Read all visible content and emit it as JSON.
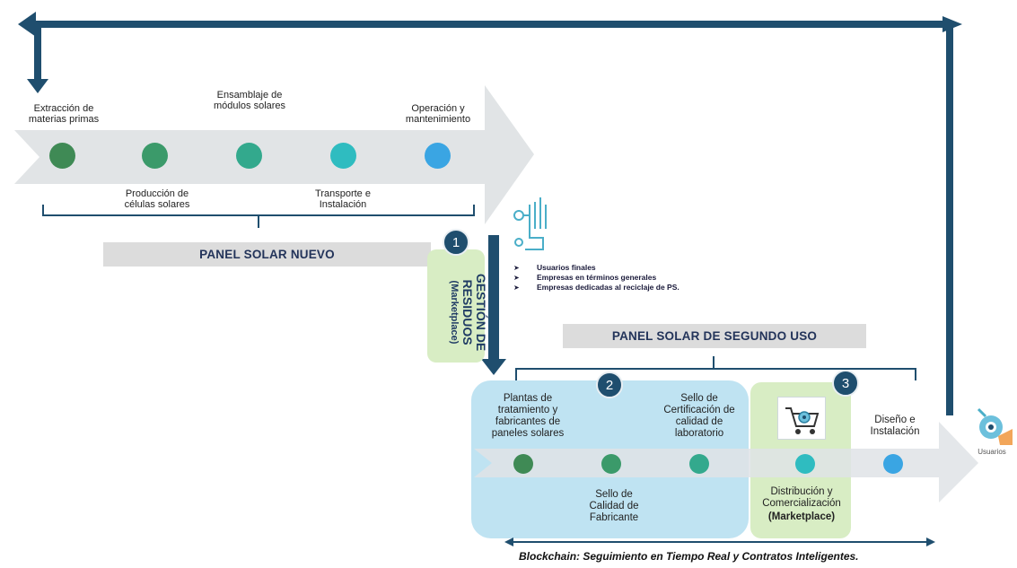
{
  "top_flow": {
    "stages_above": [
      "Extracción de materias primas",
      "Ensamblaje de módulos solares",
      "Operación y mantenimiento"
    ],
    "stages_below": [
      "Producción de células solares",
      "Transporte e Instalación"
    ],
    "dot_colors": [
      "#3f8a55",
      "#3b9a6a",
      "#33a98d",
      "#2fbcc0",
      "#3aa5e3"
    ],
    "banner": "PANEL SOLAR NUEVO"
  },
  "gestion": {
    "badge": "1",
    "title": "GESTIÓN DE RESIDUOS",
    "subtitle": "(Marketplace)"
  },
  "bullets": [
    "Usuarios finales",
    "Empresas en términos generales",
    "Empresas dedicadas al reciclaje de PS."
  ],
  "bottom_flow": {
    "banner": "PANEL SOLAR DE SEGUNDO USO",
    "badge2": "2",
    "badge3": "3",
    "stages_above": [
      "Plantas de tratamiento y fabricantes de paneles solares",
      "Sello de Certificación de calidad de laboratorio",
      "Diseño e Instalación"
    ],
    "stages_below": [
      "Sello de Calidad de Fabricante",
      "Distribución y Comercialización"
    ],
    "marketplace": "(Marketplace)",
    "dot_colors": [
      "#3f8a55",
      "#3b9a6a",
      "#33a98d",
      "#2fbcc0",
      "#3aa5e3"
    ]
  },
  "users_label": "Usuarios",
  "footer": "Blockchain: Seguimiento en Tiempo Real  y Contratos Inteligentes.",
  "colors": {
    "loop_arrow": "#1f4e6e",
    "band": "#e3e6e8",
    "blue_panel": "#bfe3f2",
    "green_panel": "#d8edc4",
    "banner_bg": "#dcdcdc"
  }
}
